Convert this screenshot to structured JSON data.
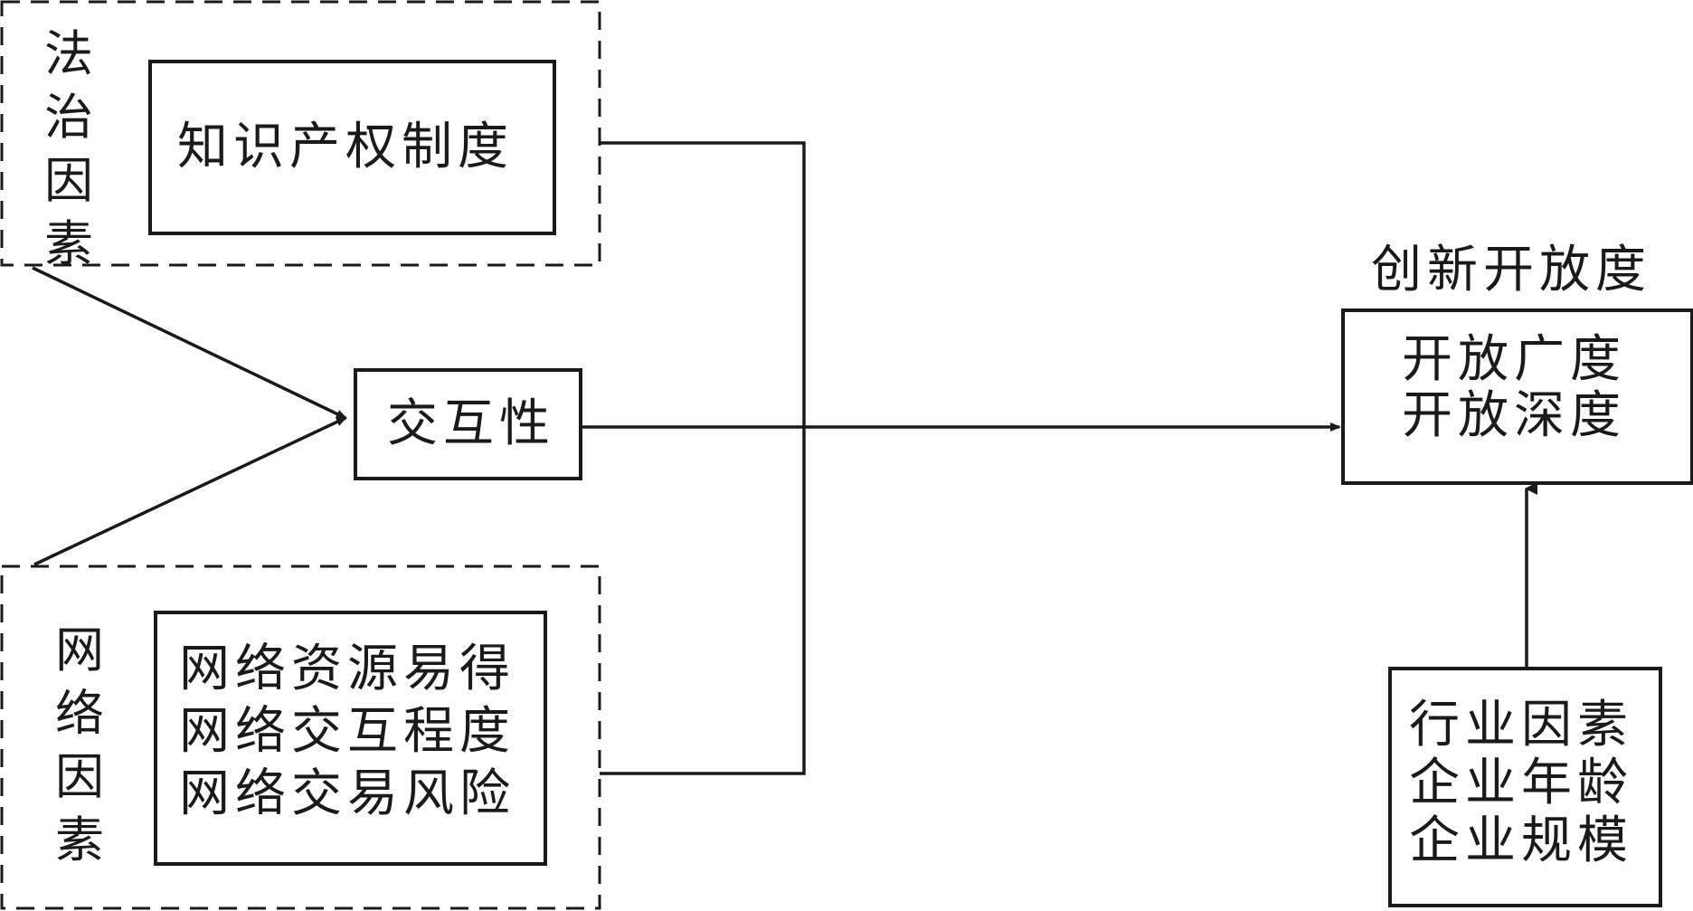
{
  "legal_group": {
    "label_chars": [
      "法",
      "治",
      "因",
      "素"
    ],
    "inner_box": "知识产权制度"
  },
  "network_group": {
    "label_chars": [
      "网",
      "络",
      "因",
      "素"
    ],
    "inner_lines": [
      "网络资源易得",
      "网络交互程度",
      "网络交易风险"
    ]
  },
  "interactivity_box": "交互性",
  "outcome": {
    "title": "创新开放度",
    "lines": [
      "开放广度",
      "开放深度"
    ]
  },
  "controls_box": {
    "lines": [
      "行业因素",
      "企业年龄",
      "企业规模"
    ]
  }
}
